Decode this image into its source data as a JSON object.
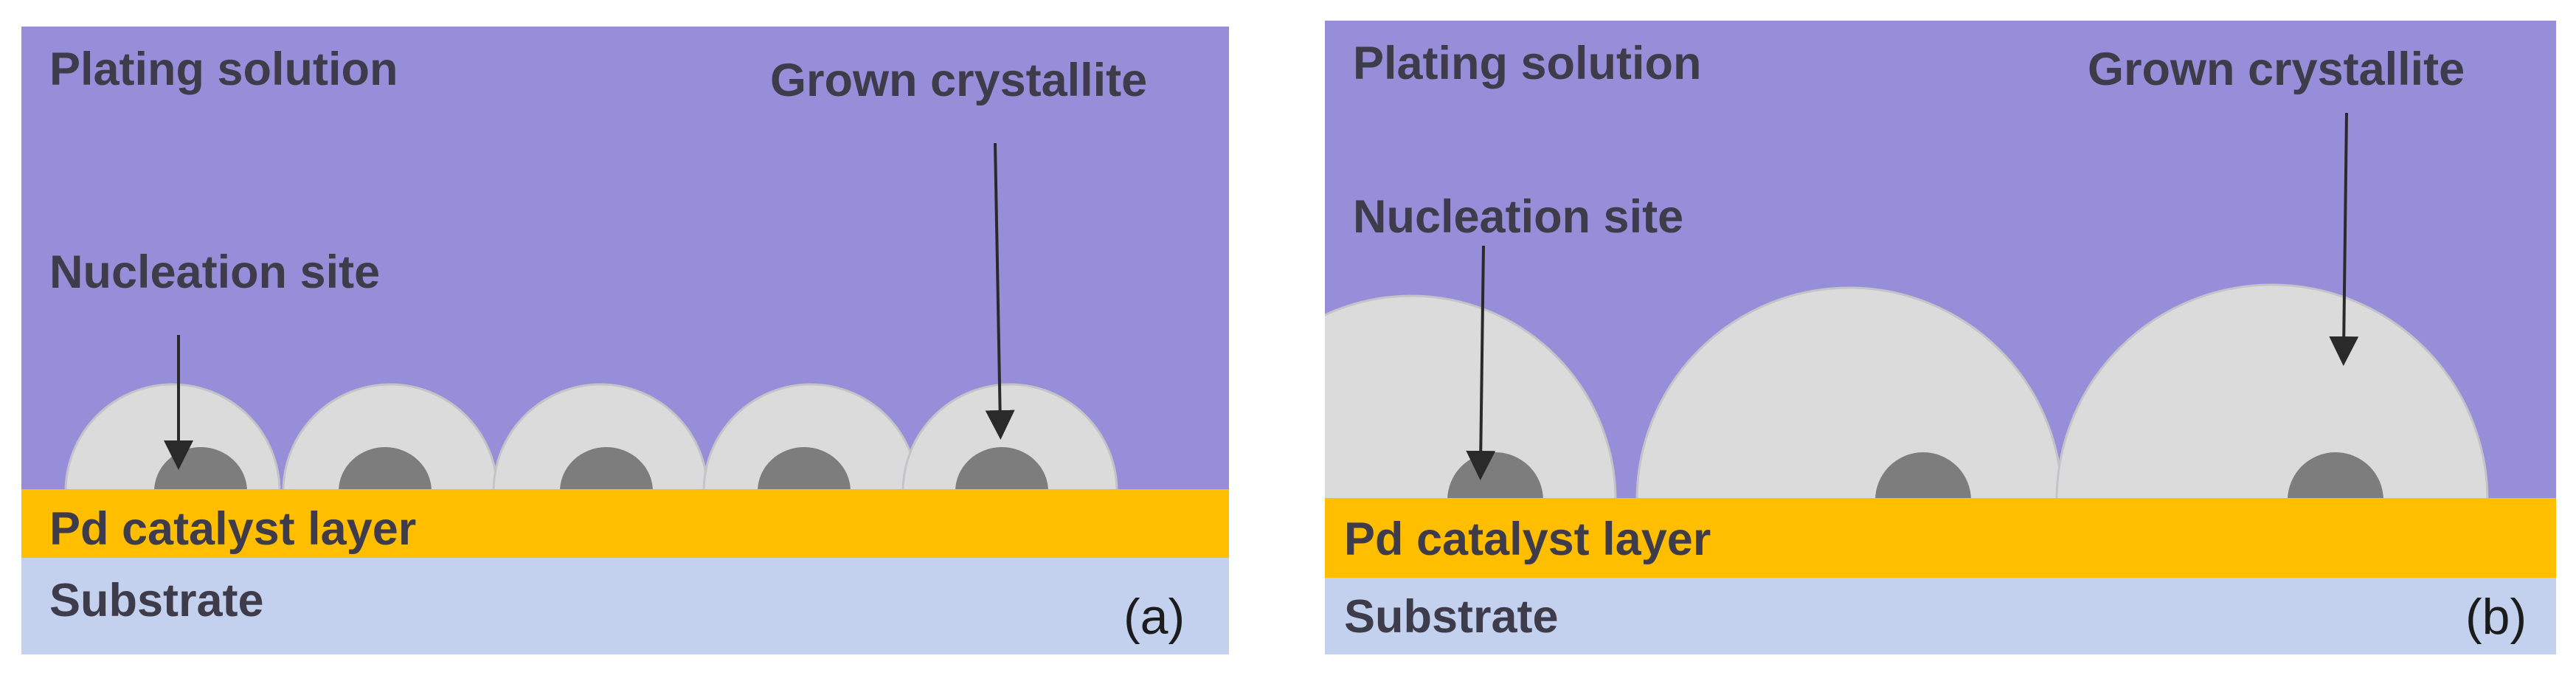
{
  "colors": {
    "plating_solution": "#978ed9",
    "crystallite": "#dcdbdc",
    "nucleus": "#7d7d7d",
    "catalyst_layer": "#ffbe00",
    "substrate": "#c3d0ee",
    "arrow": "#2a2a2a",
    "label_text": "#3e3c4a"
  },
  "panel_a": {
    "plating_solution_label": "Plating solution",
    "grown_crystallite_label": "Grown crystallite",
    "nucleation_site_label": "Nucleation site",
    "catalyst_layer_label": "Pd catalyst layer",
    "substrate_label": "Substrate",
    "panel_label": "(a)",
    "crystallite_count": 5
  },
  "panel_b": {
    "plating_solution_label": "Plating solution",
    "grown_crystallite_label": "Grown crystallite",
    "nucleation_site_label": "Nucleation site",
    "catalyst_layer_label": "Pd catalyst layer",
    "substrate_label": "Substrate",
    "panel_label": "(b)",
    "crystallite_count": 3
  }
}
